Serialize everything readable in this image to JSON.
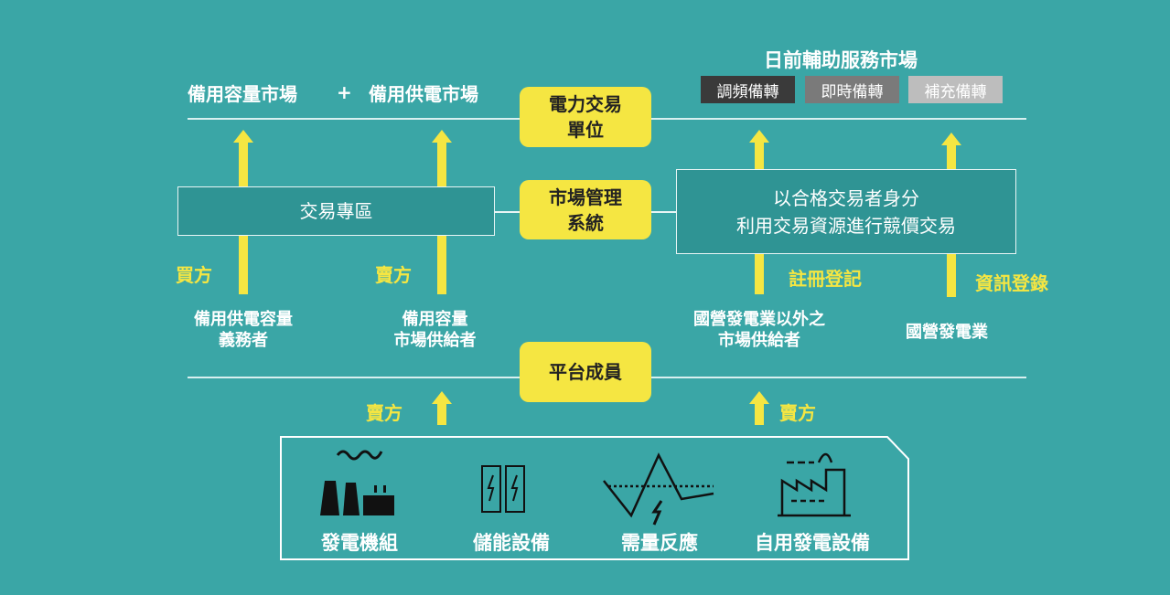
{
  "top": {
    "left_market": "備用容量市場",
    "plus": "+",
    "right_market": "備用供電市場",
    "ancillary_title": "日前輔助服務市場",
    "tags": [
      "調頻備轉",
      "即時備轉",
      "補充備轉"
    ]
  },
  "center": {
    "unit": [
      "電力交易",
      "單位"
    ],
    "system": [
      "市場管理",
      "系統"
    ],
    "member": "平台成員"
  },
  "boxes": {
    "zone": "交易專區",
    "qualified": [
      "以合格交易者身分",
      "利用交易資源進行競價交易"
    ]
  },
  "labels": {
    "buyer": "買方",
    "seller": "賣方",
    "register": "註冊登記",
    "info_register": "資訊登錄",
    "seller_bottom_left": "賣方",
    "seller_bottom_right": "賣方"
  },
  "participants": {
    "obligor": [
      "備用供電容量",
      "義務者"
    ],
    "capacity_supplier": [
      "備用容量",
      "市場供給者"
    ],
    "non_taipower": [
      "國營發電業以外之",
      "市場供給者"
    ],
    "taipower": "國營發電業"
  },
  "resources": [
    "發電機組",
    "儲能設備",
    "需量反應",
    "自用發電設備"
  ],
  "colors": {
    "background": "#3aa6a6",
    "accent": "#f5e642"
  }
}
